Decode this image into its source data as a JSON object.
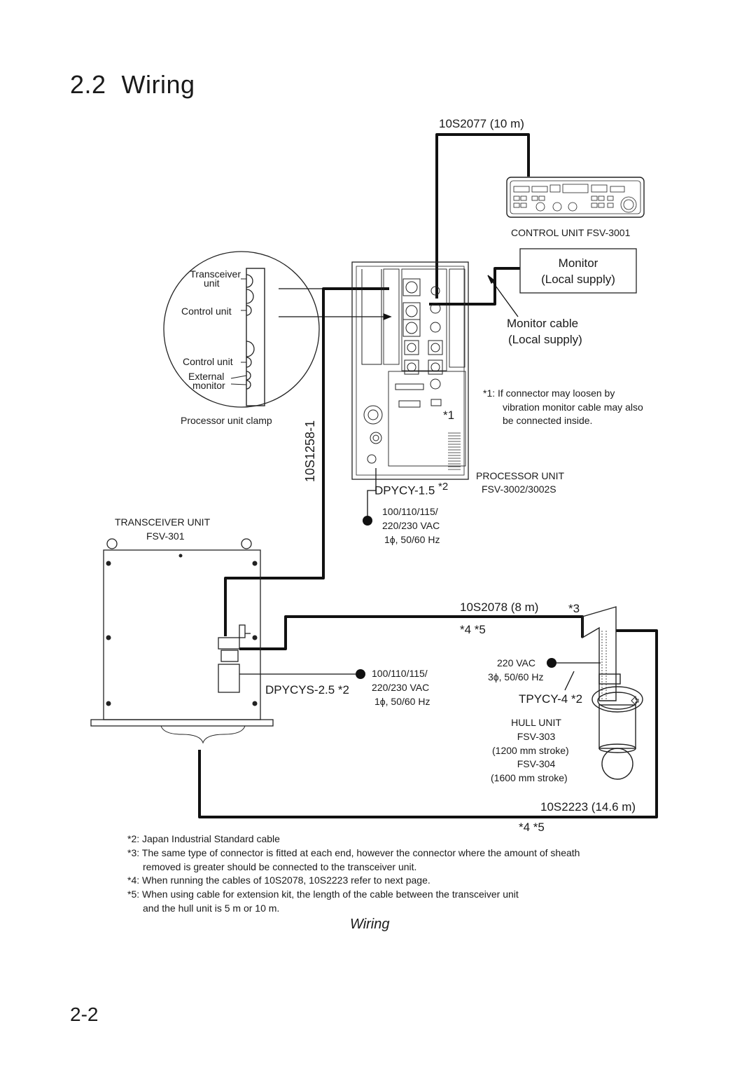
{
  "section": {
    "number": "2.2",
    "title": "Wiring"
  },
  "labels": {
    "cable_10s2077": "10S2077 (10 m)",
    "control_unit": "CONTROL UNIT FSV-3001",
    "monitor_line1": "Monitor",
    "monitor_line2": "(Local supply)",
    "monitor_cable_line1": "Monitor cable",
    "monitor_cable_line2": "(Local supply)",
    "note1_line1": "*1:  If connector may loosen by",
    "note1_line2": "vibration monitor cable may also",
    "note1_line3": "be connected inside.",
    "star1": "*1",
    "processor_unit_line1": "PROCESSOR UNIT",
    "processor_unit_line2": "FSV-3002/3002S",
    "dpycy15": "DPYCY-1.5",
    "dpycy15_ref": "*2",
    "power1_line1": "100/110/115/",
    "power1_line2": "220/230 VAC",
    "power1_line3": "1ϕ, 50/60 Hz",
    "cable_10s1258": "10S1258-1",
    "clamp_transceiver_line1": "Transceiver",
    "clamp_transceiver_line2": "unit",
    "clamp_control1": "Control unit",
    "clamp_control2": "Control unit",
    "clamp_external_line1": "External",
    "clamp_external_line2": "monitor",
    "clamp_caption": "Processor unit clamp",
    "transceiver_unit_line1": "TRANSCEIVER UNIT",
    "transceiver_unit_line2": "FSV-301",
    "cable_10s2078": "10S2078 (8 m)",
    "star3": "*3",
    "star45_top": "*4 *5",
    "vac220_line1": "220 VAC",
    "vac220_line2": "3ϕ, 50/60 Hz",
    "power2_line1": "100/110/115/",
    "power2_line2": "220/230 VAC",
    "power2_line3": "1ϕ, 50/60 Hz",
    "dpycys25": "DPYCYS-2.5 *2",
    "tpycy4": "TPYCY-4 *2",
    "hull_unit_line1": "HULL UNIT",
    "hull_unit_line2": "FSV-303",
    "hull_unit_line3": "(1200 mm stroke)",
    "hull_unit_line4": "FSV-304",
    "hull_unit_line5": "(1600 mm stroke)",
    "cable_10s2223": "10S2223 (14.6 m)",
    "star45_bottom": "*4 *5"
  },
  "notes": [
    "*2: Japan Industrial Standard cable",
    "*3: The same type of connector is fitted at each end, however the connector where the amount of sheath",
    "removed is greater should be connected to the transceiver unit.",
    "*4: When running the cables of 10S2078, 10S2223 refer to next page.",
    "*5: When using cable for extension kit, the length of the cable between the transceiver unit",
    "and the hull unit is 5 m or 10 m."
  ],
  "caption": "Wiring",
  "page_number": "2-2"
}
